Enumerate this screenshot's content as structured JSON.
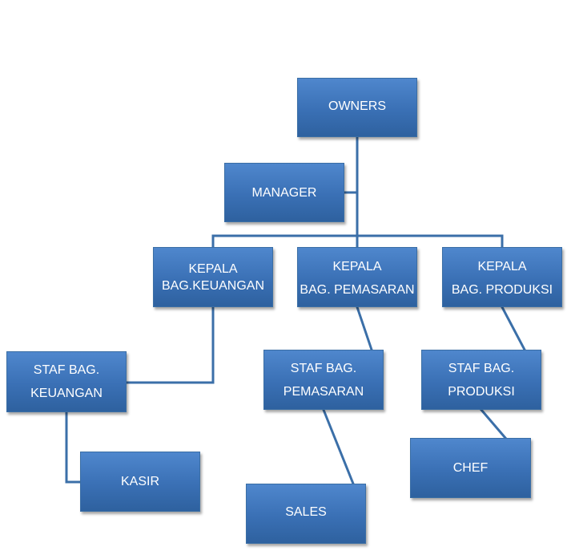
{
  "colors": {
    "box_fill": "#3a70b5",
    "box_border": "#3a6ea5",
    "connector": "#3b6fa8",
    "text": "#ffffff"
  },
  "nodes": {
    "owners": {
      "lines": [
        "OWNERS"
      ]
    },
    "manager": {
      "lines": [
        "MANAGER"
      ]
    },
    "kepala_keu": {
      "lines": [
        "KEPALA",
        "BAG.KEUANGAN"
      ]
    },
    "kepala_pem": {
      "lines": [
        "KEPALA",
        "BAG. PEMASARAN"
      ]
    },
    "kepala_pro": {
      "lines": [
        "KEPALA",
        "BAG. PRODUKSI"
      ]
    },
    "staf_keu": {
      "lines": [
        "STAF BAG.",
        "KEUANGAN"
      ]
    },
    "staf_pem": {
      "lines": [
        "STAF BAG.",
        "PEMASARAN"
      ]
    },
    "staf_pro": {
      "lines": [
        "STAF BAG.",
        "PRODUKSI"
      ]
    },
    "kasir": {
      "lines": [
        "KASIR"
      ]
    },
    "chef": {
      "lines": [
        "CHEF"
      ]
    },
    "sales": {
      "lines": [
        "SALES"
      ]
    }
  },
  "edges": [
    {
      "from": "OWNERS",
      "to": "MANAGER"
    },
    {
      "from": "OWNERS",
      "to": "KEPALA BAG.KEUANGAN"
    },
    {
      "from": "OWNERS",
      "to": "KEPALA BAG. PEMASARAN"
    },
    {
      "from": "OWNERS",
      "to": "KEPALA BAG. PRODUKSI"
    },
    {
      "from": "KEPALA BAG.KEUANGAN",
      "to": "STAF BAG. KEUANGAN"
    },
    {
      "from": "KEPALA BAG. PEMASARAN",
      "to": "STAF BAG. PEMASARAN"
    },
    {
      "from": "KEPALA BAG. PRODUKSI",
      "to": "STAF BAG. PRODUKSI"
    },
    {
      "from": "STAF BAG. KEUANGAN",
      "to": "KASIR"
    },
    {
      "from": "STAF BAG. PEMASARAN",
      "to": "SALES"
    },
    {
      "from": "STAF BAG. PRODUKSI",
      "to": "CHEF"
    }
  ]
}
